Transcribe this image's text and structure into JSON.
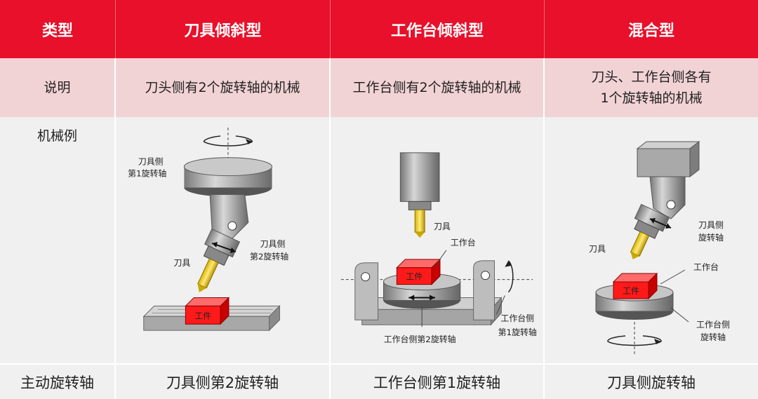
{
  "header": {
    "type_label": "类型",
    "col1": "刀具倾斜型",
    "col2": "工作台倾斜型",
    "col3": "混合型"
  },
  "description": {
    "row_label": "说明",
    "col1": "刀头侧有2个旋转轴的机械",
    "col2": "工作台侧有2个旋转轴的机械",
    "col3_line1": "刀头、工作台侧各有",
    "col3_line2": "1个旋转轴的机械"
  },
  "examples": {
    "row_label": "机械例",
    "diagram1": {
      "axis1_line1": "刀具侧",
      "axis1_line2": "第1旋转轴",
      "axis2_line1": "刀具侧",
      "axis2_line2": "第2旋转轴",
      "tool": "刀具",
      "workpiece": "工件"
    },
    "diagram2": {
      "tool": "刀具",
      "table": "工作台",
      "workpiece": "工件",
      "axis1_line1": "工作台侧",
      "axis1_line2": "第1旋转轴",
      "axis2": "工作台侧第2旋转轴"
    },
    "diagram3": {
      "axis_tool_line1": "刀具侧",
      "axis_tool_line2": "旋转轴",
      "tool": "刀具",
      "table": "工作台",
      "workpiece": "工件",
      "axis_table_line1": "工作台侧",
      "axis_table_line2": "旋转轴"
    }
  },
  "footer": {
    "row_label": "主动旋转轴",
    "col1": "刀具侧第2旋转轴",
    "col2": "工作台侧第1旋转轴",
    "col3": "刀具侧旋转轴"
  },
  "colors": {
    "header_red": "#e8102a",
    "desc_pink": "#f2d3d5",
    "body_gray": "#f0f0f0",
    "workpiece_red": "#ff1a1a"
  }
}
